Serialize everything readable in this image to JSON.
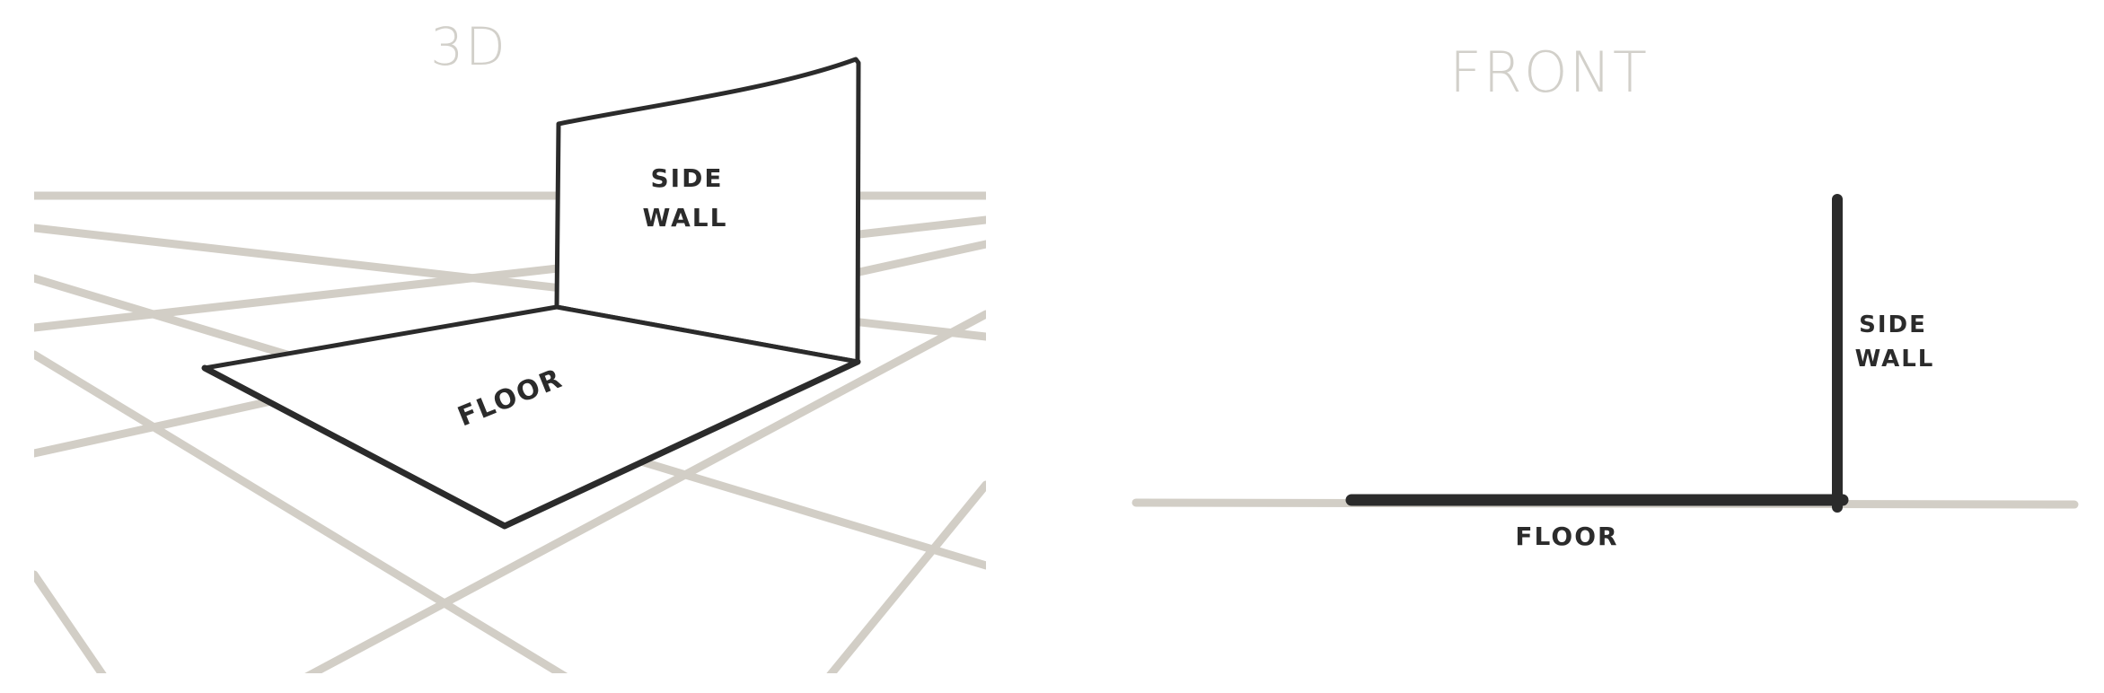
{
  "panels": {
    "three_d": {
      "title": "3D",
      "wall_label_line1": "SIDE",
      "wall_label_line2": "WALL",
      "floor_label": "FLOOR"
    },
    "front": {
      "title": "FRONT",
      "wall_label_line1": "SIDE",
      "wall_label_line2": "WALL",
      "floor_label": "FLOOR"
    }
  },
  "colors": {
    "ink": "#2b2b2b",
    "guide_lines": "#d2cec6",
    "title": "#d2d0ca",
    "background": "#ffffff"
  }
}
